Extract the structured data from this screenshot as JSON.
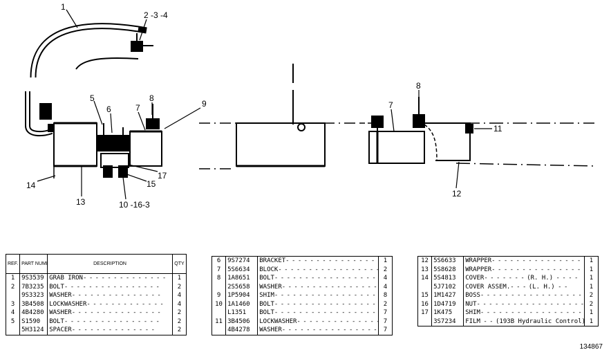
{
  "callouts": {
    "c1": "1",
    "c2": "2 -3 -4",
    "c5": "5",
    "c6": "6",
    "c7a": "7",
    "c8a": "8",
    "c9": "9",
    "c7b": "7",
    "c8b": "8",
    "c11": "11",
    "c12": "12",
    "c13": "13",
    "c14": "14",
    "c15": "15",
    "c17": "17",
    "c10": "10 -16-3"
  },
  "table_headers": {
    "ref": "REF. NO.",
    "part": "PART NUMBER",
    "desc": "DESCRIPTION",
    "qty": "QTY"
  },
  "table1": [
    {
      "ref": "1",
      "part": "9S3539",
      "desc": "GRAB IRON",
      "qty": "1"
    },
    {
      "ref": "2",
      "part": "7B3235",
      "desc": "BOLT",
      "qty": "2"
    },
    {
      "ref": "",
      "part": "9S3323",
      "desc": "WASHER",
      "qty": "4"
    },
    {
      "ref": "3",
      "part": "3B4508",
      "desc": "LOCKWASHER",
      "qty": "4"
    },
    {
      "ref": "4",
      "part": "4B4280",
      "desc": "WASHER",
      "qty": "2"
    },
    {
      "ref": "5",
      "part": "S1590",
      "desc": "BOLT",
      "qty": "2"
    },
    {
      "ref": "",
      "part": "5H3124",
      "desc": "SPACER",
      "qty": "2"
    }
  ],
  "table2": [
    {
      "ref": "6",
      "part": "9S7274",
      "desc": "BRACKET",
      "qty": "1"
    },
    {
      "ref": "7",
      "part": "5S6634",
      "desc": "BLOCK",
      "qty": "2"
    },
    {
      "ref": "8",
      "part": "1A8651",
      "desc": "BOLT",
      "qty": "4"
    },
    {
      "ref": "",
      "part": "2S5658",
      "desc": "WASHER",
      "qty": "4"
    },
    {
      "ref": "9",
      "part": "1P5904",
      "desc": "SHIM",
      "qty": "8"
    },
    {
      "ref": "10",
      "part": "1A1460",
      "desc": "BOLT",
      "qty": "2"
    },
    {
      "ref": "",
      "part": "L1351",
      "desc": "BOLT",
      "qty": "7"
    },
    {
      "ref": "11",
      "part": "3B4506",
      "desc": "LOCKWASHER",
      "qty": "7"
    },
    {
      "ref": "",
      "part": "4B4278",
      "desc": "WASHER",
      "qty": "7"
    }
  ],
  "table3": [
    {
      "ref": "12",
      "part": "5S6633",
      "desc": "WRAPPER",
      "note": "",
      "qty": "1"
    },
    {
      "ref": "13",
      "part": "5S8628",
      "desc": "WRAPPER",
      "note": "",
      "qty": "1"
    },
    {
      "ref": "14",
      "part": "5S4813",
      "desc": "COVER",
      "note": "(R. H.)",
      "qty": "1"
    },
    {
      "ref": "",
      "part": "5J7102",
      "desc": "COVER ASSEM.",
      "note": "(L. H.)",
      "qty": "1"
    },
    {
      "ref": "15",
      "part": "1M1427",
      "desc": "BOSS",
      "note": "",
      "qty": "2"
    },
    {
      "ref": "16",
      "part": "1D4719",
      "desc": "NUT",
      "note": "",
      "qty": "2"
    },
    {
      "ref": "17",
      "part": "1K475",
      "desc": "SHIM",
      "note": "",
      "qty": "1"
    },
    {
      "ref": "",
      "part": "3S7234",
      "desc": "FILM",
      "note": "(193B Hydraulic Control)",
      "qty": "1"
    }
  ],
  "figure_number": "134867"
}
